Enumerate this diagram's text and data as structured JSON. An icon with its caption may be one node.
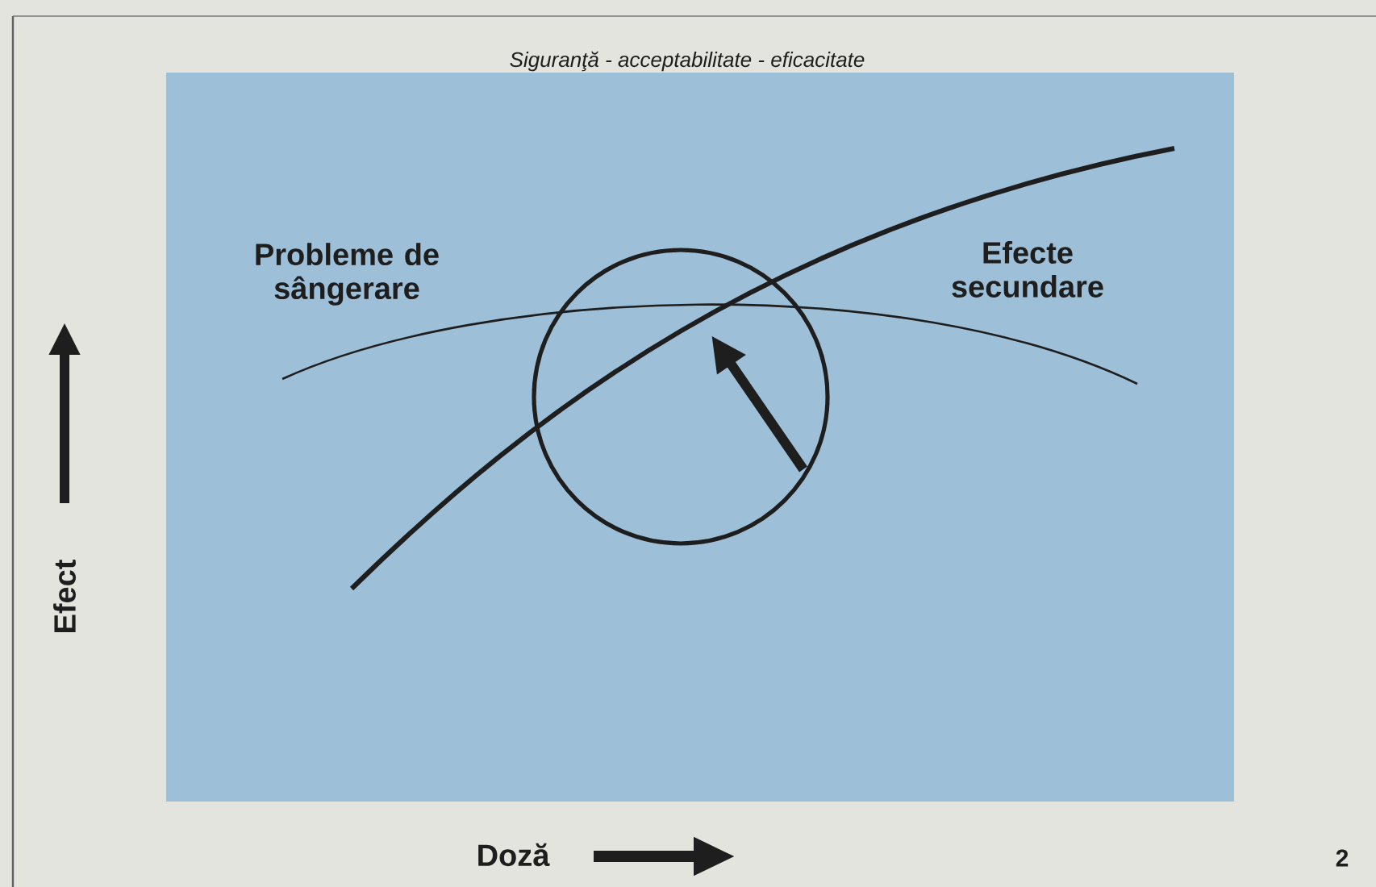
{
  "diagram": {
    "title": "Siguranţă - acceptabilitate - eficacitate",
    "labels": [
      "Probleme de sângerare",
      "Efecte secundare",
      "Efect",
      "Doză",
      "2"
    ]
  }
}
